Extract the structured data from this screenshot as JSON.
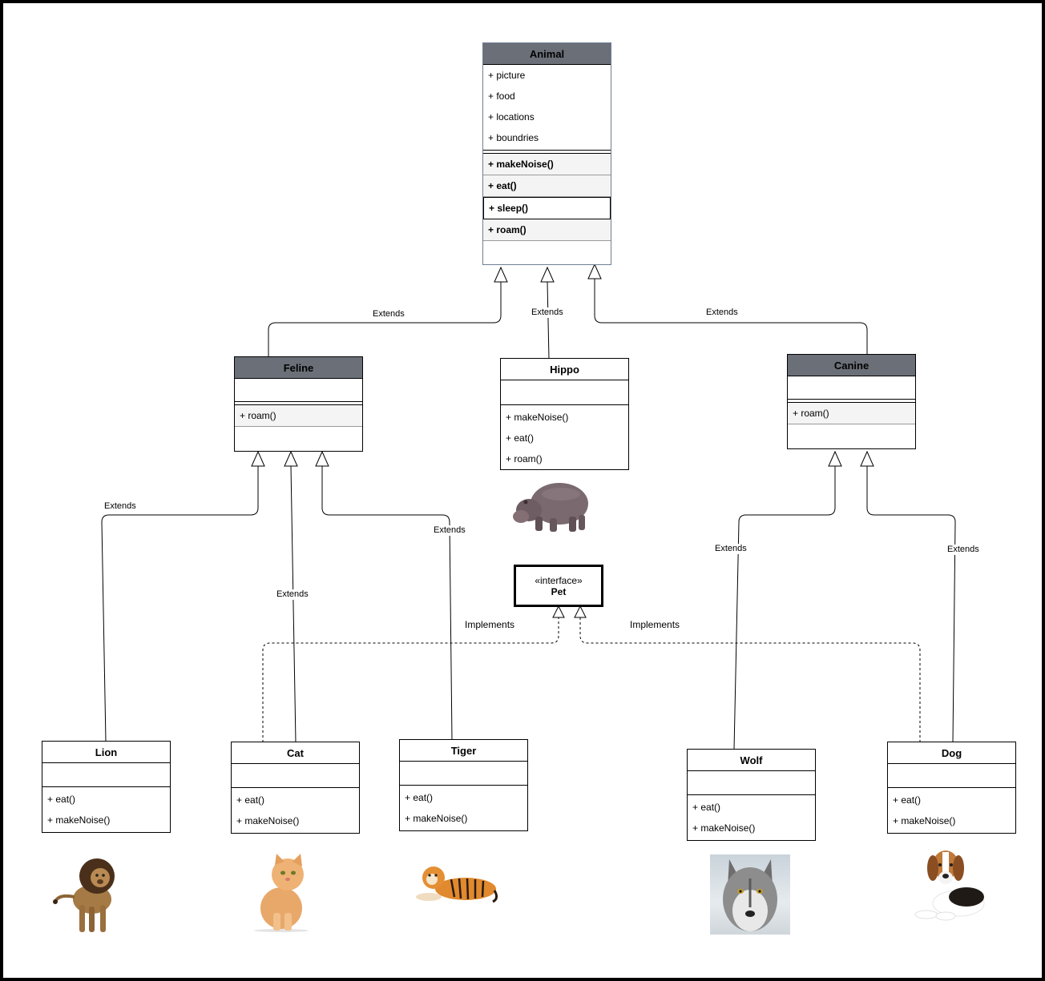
{
  "diagram": {
    "classes": {
      "animal": {
        "name": "Animal",
        "attributes": [
          "+ picture",
          "+ food",
          "+ locations",
          "+ boundries"
        ],
        "methods": [
          "+ makeNoise()",
          "+ eat()",
          "+ sleep()",
          "+ roam()"
        ]
      },
      "feline": {
        "name": "Feline",
        "methods": [
          "+ roam()"
        ]
      },
      "hippo": {
        "name": "Hippo",
        "methods": [
          "+ makeNoise()",
          "+ eat()",
          "+ roam()"
        ]
      },
      "canine": {
        "name": "Canine",
        "methods": [
          "+ roam()"
        ]
      },
      "lion": {
        "name": "Lion",
        "methods": [
          "+ eat()",
          "+ makeNoise()"
        ]
      },
      "cat": {
        "name": "Cat",
        "methods": [
          "+ eat()",
          "+ makeNoise()"
        ]
      },
      "tiger": {
        "name": "Tiger",
        "methods": [
          "+ eat()",
          "+ makeNoise()"
        ]
      },
      "wolf": {
        "name": "Wolf",
        "methods": [
          "+ eat()",
          "+ makeNoise()"
        ]
      },
      "dog": {
        "name": "Dog",
        "methods": [
          "+ eat()",
          "+ makeNoise()"
        ]
      }
    },
    "interface": {
      "stereotype": "«interface»",
      "name": "Pet"
    },
    "relations": {
      "extends": "Extends",
      "implements": "Implements"
    },
    "pictures": [
      "hippo-picture",
      "lion-picture",
      "cat-picture",
      "tiger-picture",
      "wolf-picture",
      "dog-picture"
    ],
    "colors": {
      "header_fill": "#6b6f78",
      "border": "#000000"
    }
  }
}
